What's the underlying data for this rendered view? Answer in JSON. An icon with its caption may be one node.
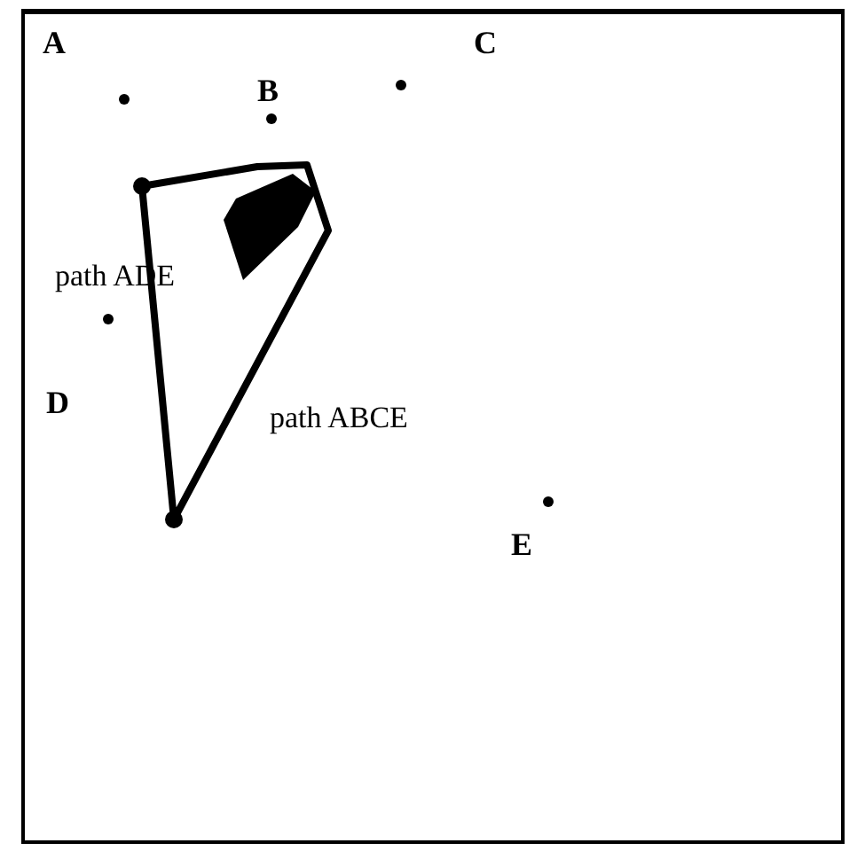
{
  "diagram": {
    "labels": [
      "A",
      "B",
      "C",
      "path ADE",
      "D",
      "path ABCE",
      "E"
    ]
  }
}
